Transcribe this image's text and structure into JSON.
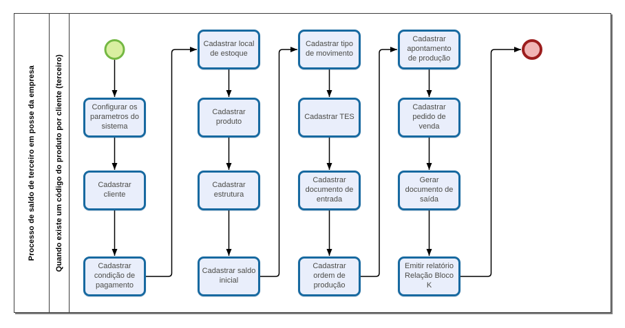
{
  "pool": {
    "title": "Processo de saldo de terceiro em posse da empresa",
    "lane": "Quando existe um código do produto por cliente (terceiro)"
  },
  "nodes": [
    {
      "id": "start",
      "type": "start-event",
      "label": "",
      "col": 0,
      "row": 0
    },
    {
      "id": "t1",
      "type": "task",
      "label": "Configurar os parametros do sistema",
      "col": 0,
      "row": 1
    },
    {
      "id": "t2",
      "type": "task",
      "label": "Cadastrar cliente",
      "col": 0,
      "row": 2
    },
    {
      "id": "t3",
      "type": "task",
      "label": "Cadastrar condição de pagamento",
      "col": 0,
      "row": 3
    },
    {
      "id": "t4",
      "type": "task",
      "label": "Cadastrar local de estoque",
      "col": 1,
      "row": 0
    },
    {
      "id": "t5",
      "type": "task",
      "label": "Cadastrar produto",
      "col": 1,
      "row": 1
    },
    {
      "id": "t6",
      "type": "task",
      "label": "Cadastrar estrutura",
      "col": 1,
      "row": 2
    },
    {
      "id": "t7",
      "type": "task",
      "label": "Cadastrar saldo inicial",
      "col": 1,
      "row": 3
    },
    {
      "id": "t8",
      "type": "task",
      "label": "Cadastrar tipo de movimento",
      "col": 2,
      "row": 0
    },
    {
      "id": "t9",
      "type": "task",
      "label": "Cadastrar TES",
      "col": 2,
      "row": 1
    },
    {
      "id": "t10",
      "type": "task",
      "label": "Cadastrar documento de entrada",
      "col": 2,
      "row": 2
    },
    {
      "id": "t11",
      "type": "task",
      "label": "Cadastrar ordem de produção",
      "col": 2,
      "row": 3
    },
    {
      "id": "t12",
      "type": "task",
      "label": "Cadastrar apontamento de produção",
      "col": 3,
      "row": 0
    },
    {
      "id": "t13",
      "type": "task",
      "label": "Cadastrar pedido de venda",
      "col": 3,
      "row": 1
    },
    {
      "id": "t14",
      "type": "task",
      "label": "Gerar documento de saída",
      "col": 3,
      "row": 2
    },
    {
      "id": "t15",
      "type": "task",
      "label": "Emitir relatório Relação Bloco K",
      "col": 3,
      "row": 3
    },
    {
      "id": "end",
      "type": "end-event",
      "label": "",
      "col": 4,
      "row": 0
    }
  ],
  "edges": [
    [
      "start",
      "t1"
    ],
    [
      "t1",
      "t2"
    ],
    [
      "t2",
      "t3"
    ],
    [
      "t3",
      "t4"
    ],
    [
      "t4",
      "t5"
    ],
    [
      "t5",
      "t6"
    ],
    [
      "t6",
      "t7"
    ],
    [
      "t7",
      "t8"
    ],
    [
      "t8",
      "t9"
    ],
    [
      "t9",
      "t10"
    ],
    [
      "t10",
      "t11"
    ],
    [
      "t11",
      "t12"
    ],
    [
      "t12",
      "t13"
    ],
    [
      "t13",
      "t14"
    ],
    [
      "t14",
      "t15"
    ],
    [
      "t15",
      "end"
    ]
  ],
  "colors": {
    "task_fill": "#e9eefb",
    "task_border": "#1769a0",
    "start_fill": "#d9efa1",
    "start_border": "#74b843",
    "end_fill": "#f1b5b5",
    "end_border": "#9c1d1d",
    "connector": "#000000"
  }
}
